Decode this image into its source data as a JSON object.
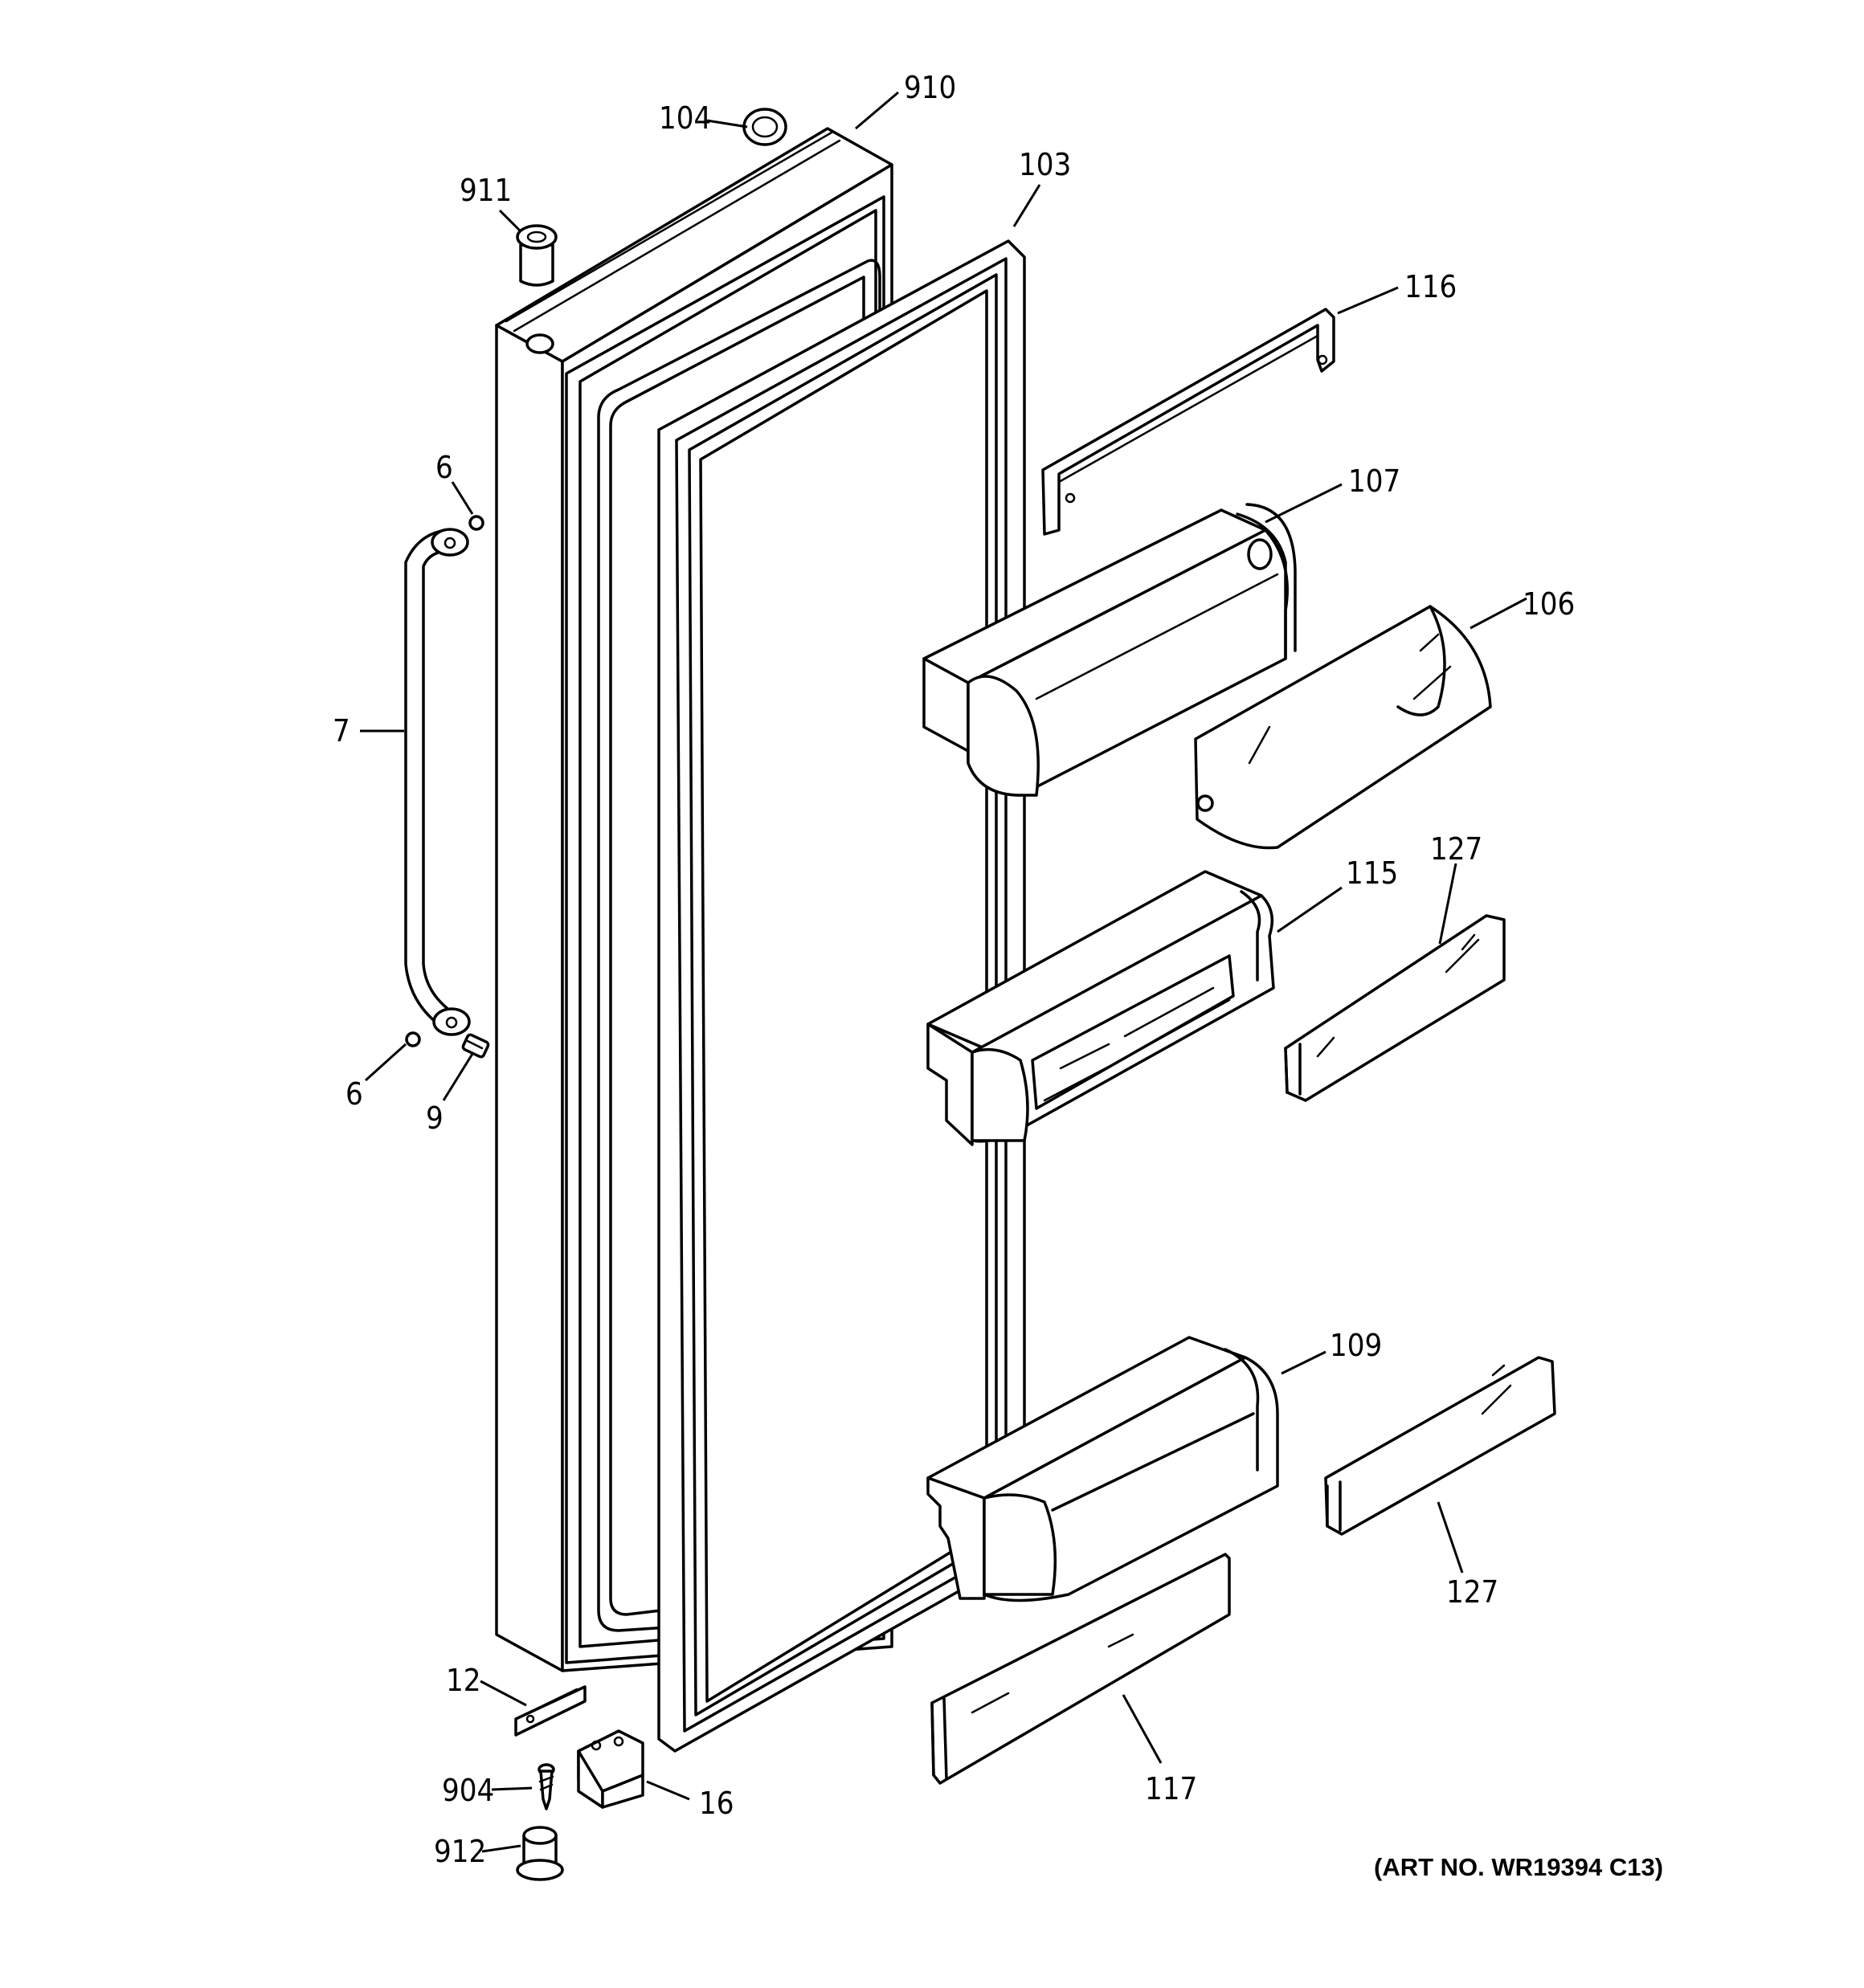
{
  "callouts": [
    {
      "id": "104",
      "text": "104"
    },
    {
      "id": "910",
      "text": "910"
    },
    {
      "id": "911",
      "text": "911"
    },
    {
      "id": "103",
      "text": "103"
    },
    {
      "id": "116",
      "text": "116"
    },
    {
      "id": "6a",
      "text": "6"
    },
    {
      "id": "107",
      "text": "107"
    },
    {
      "id": "106",
      "text": "106"
    },
    {
      "id": "7",
      "text": "7"
    },
    {
      "id": "115",
      "text": "115"
    },
    {
      "id": "127a",
      "text": "127"
    },
    {
      "id": "6b",
      "text": "6"
    },
    {
      "id": "9",
      "text": "9"
    },
    {
      "id": "109",
      "text": "109"
    },
    {
      "id": "127b",
      "text": "127"
    },
    {
      "id": "12",
      "text": "12"
    },
    {
      "id": "904",
      "text": "904"
    },
    {
      "id": "16",
      "text": "16"
    },
    {
      "id": "117",
      "text": "117"
    },
    {
      "id": "912",
      "text": "912"
    }
  ],
  "art_number": "(ART NO. WR19394 C13)",
  "colors": {
    "line": "#000000",
    "background": "#ffffff"
  }
}
